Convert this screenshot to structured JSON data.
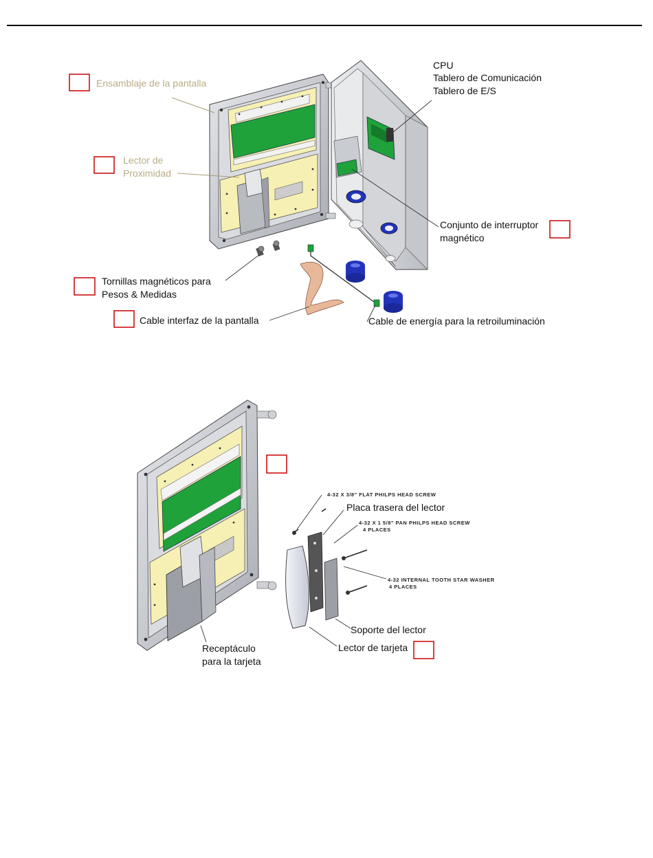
{
  "figure1": {
    "labels": {
      "display_assembly": "Ensamblaje de la pantalla",
      "proximity_reader_line1": "Lector de",
      "proximity_reader_line2": "Proximidad",
      "cpu_line1": "CPU",
      "cpu_line2": "Tablero de Comunicación",
      "cpu_line3": "Tablero de E/S",
      "magnetic_switch_line1": "Conjunto de interruptor",
      "magnetic_switch_line2": "magnético",
      "magnetic_screws_line1": "Tornillas magnéticos para",
      "magnetic_screws_line2": "Pesos & Medidas",
      "display_cable": "Cable interfaz de la pantalla",
      "backlight_cable": "Cable de energía para la retroiluminación"
    }
  },
  "figure2": {
    "labels": {
      "flat_screw": "4-32 X 3/8\" FLAT PHILPS HEAD SCREW",
      "reader_backplate": "Placa trasera del lector",
      "pan_screw_line1": "4-32 X 1 5/8\" PAN PHILPS HEAD SCREW",
      "pan_screw_line2": "4 PLACES",
      "washer_line1": "4-32 INTERNAL TOOTH STAR WASHER",
      "washer_line2": "4 PLACES",
      "reader_support": "Soporte del lector",
      "card_reader": "Lector de tarjeta",
      "card_receptacle_line1": "Receptáculo",
      "card_receptacle_line2": "para la tarjeta"
    }
  },
  "colors": {
    "mark_box": "#cc1111",
    "panel_yellow": "#f6f0b4",
    "board_green": "#1fa23a",
    "enclosure_grey": "#d6d8dc",
    "grommet_blue": "#2233bb",
    "cable_tan": "#e8b89a"
  }
}
